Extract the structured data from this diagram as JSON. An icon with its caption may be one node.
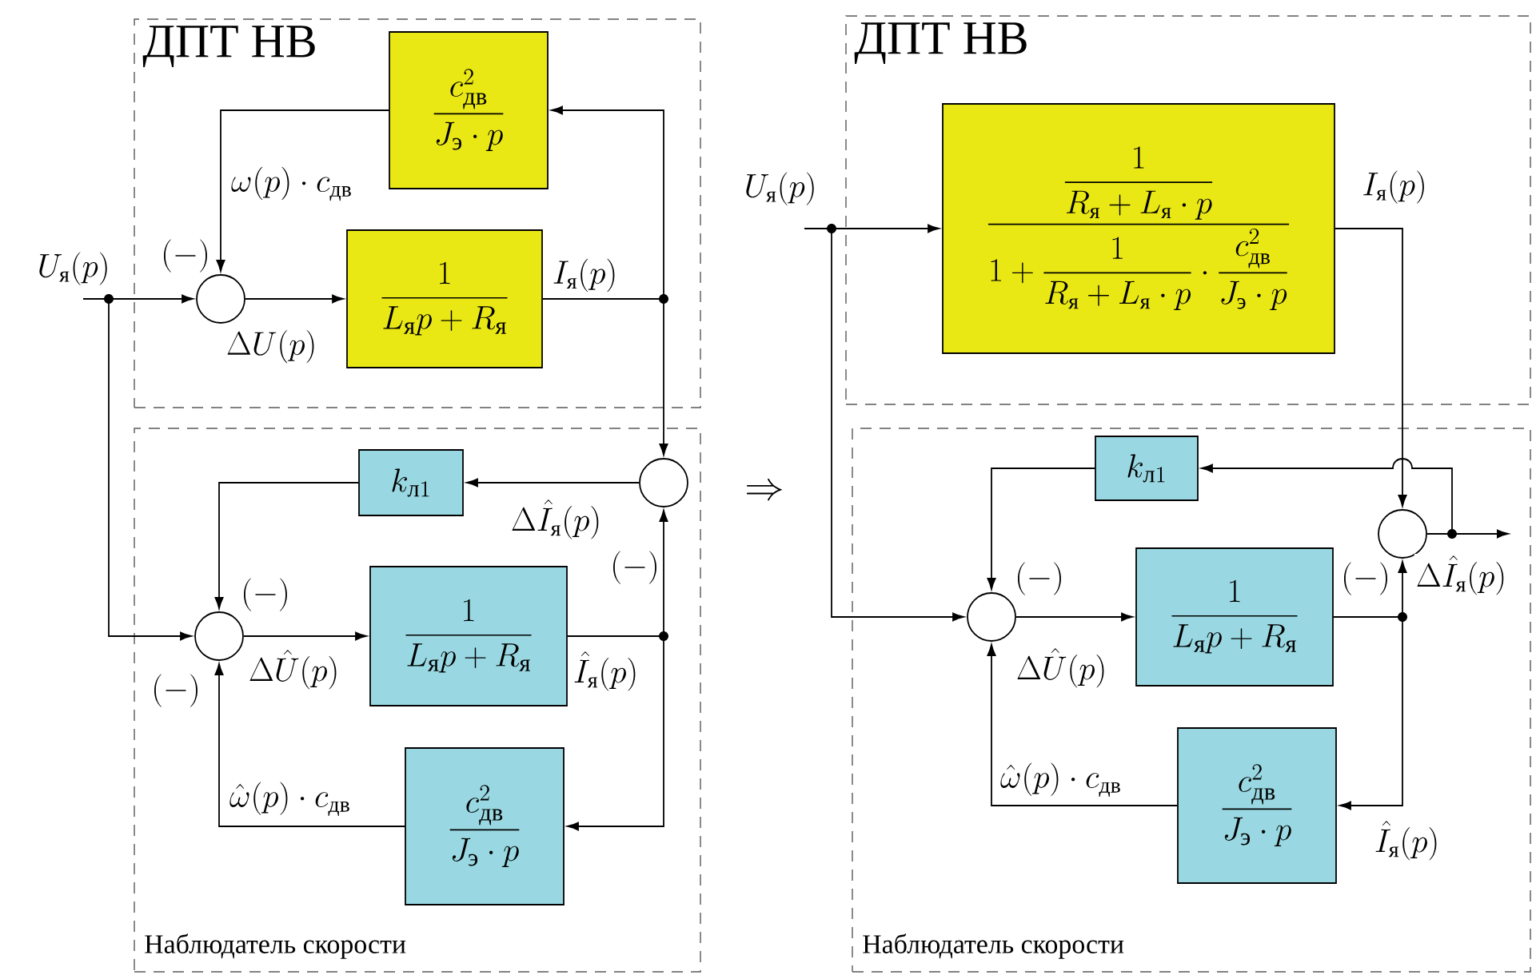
{
  "diagram": {
    "nodes": [
      {
        "text": [
          "ДПТ НВ"
        ]
      },
      {
        "text": [
          "\\frac{c_{\\text{дв}}^{2}}{J_{\\text{э}}\\cdot p}"
        ],
        "in": 0
      },
      {
        "text": [],
        "shape": "circle",
        "in": 0
      },
      {
        "text": [
          "\\frac{1}{L_{\\text{я}}p+R_{\\text{я}}}"
        ],
        "in": 0
      },
      {
        "text": [
          "Наблюдатель скорости"
        ]
      },
      {
        "text": [],
        "shape": "circle",
        "in": 4
      },
      {
        "text": [
          "k_{\\text{л}1}"
        ],
        "in": 4
      },
      {
        "text": [],
        "shape": "circle",
        "in": 4
      },
      {
        "text": [
          "\\frac{1}{L_{\\text{я}}p+R_{\\text{я}}}"
        ],
        "in": 4
      },
      {
        "text": [
          "\\frac{c_{\\text{дв}}^{2}}{J_{\\text{э}}\\cdot p}"
        ],
        "in": 4
      },
      {
        "text": [
          "ДПТ НВ"
        ]
      },
      {
        "text": [
          "\\frac{\\dfrac{1}{R_{\\text{я}}+L_{\\text{я}}\\cdot p}}{1+\\dfrac{1}{R_{\\text{я}}+L_{\\text{я}}\\cdot p}\\cdot\\dfrac{c_{\\text{дв}}^{2}}{J_{\\text{э}}\\cdot p}}"
        ],
        "in": 10
      },
      {
        "text": [
          "Наблюдатель скорости"
        ]
      },
      {
        "text": [
          "k_{\\text{л}1}"
        ],
        "in": 12
      },
      {
        "text": [],
        "shape": "circle",
        "in": 12
      },
      {
        "text": [],
        "shape": "circle",
        "in": 12
      },
      {
        "text": [
          "\\frac{1}{L_{\\text{я}}p+R_{\\text{я}}}"
        ],
        "in": 12
      },
      {
        "text": [
          "\\frac{c_{\\text{дв}}^{2}}{J_{\\text{э}}\\cdot p}"
        ],
        "in": 12
      }
    ],
    "edges": [
      {
        "from": null,
        "to": 2,
        "arrow": "to",
        "label": "U_{\\text{я}}(p)"
      },
      {
        "from": null,
        "to": 7,
        "arrow": "to"
      },
      {
        "from": 2,
        "to": 3,
        "arrow": "to",
        "label": "\\Delta U(p)"
      },
      {
        "from": 3,
        "to": 1,
        "arrow": "to",
        "label": "I_{\\text{я}}(p)"
      },
      {
        "from": 1,
        "to": 2,
        "arrow": "to",
        "label": "\\omega(p)\\cdot c_{\\text{дв}}"
      },
      {
        "from": 3,
        "to": 5,
        "arrow": "to"
      },
      {
        "from": 5,
        "to": 6,
        "arrow": "to",
        "label": "\\Delta\\hat{I}_{\\text{я}}(p)"
      },
      {
        "from": 6,
        "to": 7,
        "arrow": "to"
      },
      {
        "from": 7,
        "to": 8,
        "arrow": "to",
        "label": "\\Delta\\hat{U}(p)"
      },
      {
        "from": 8,
        "to": 5,
        "arrow": "to"
      },
      {
        "from": 8,
        "to": 9,
        "arrow": "to",
        "label": "\\hat{I}_{\\text{я}}(p)"
      },
      {
        "from": 9,
        "to": 7,
        "arrow": "to",
        "label": "\\hat{\\omega}(p)\\cdot c_{\\text{дв}}"
      },
      {
        "from": null,
        "to": 11,
        "arrow": "to",
        "label": "U_{\\text{я}}(p)"
      },
      {
        "from": null,
        "to": 15,
        "arrow": "to"
      },
      {
        "from": 11,
        "to": 14,
        "arrow": "to",
        "label": "I_{\\text{я}}(p)"
      },
      {
        "from": 14,
        "to": 13,
        "arrow": "to"
      },
      {
        "from": 14,
        "to": null,
        "arrow": "to",
        "label": "\\Delta\\hat{I}_{\\text{я}}(p)"
      },
      {
        "from": 13,
        "to": 15,
        "arrow": "to"
      },
      {
        "from": 15,
        "to": 16,
        "arrow": "to",
        "label": "\\Delta\\hat{U}(p)"
      },
      {
        "from": 16,
        "to": 14,
        "arrow": "to"
      },
      {
        "from": 16,
        "to": 17,
        "arrow": "to",
        "label": "\\hat{I}_{\\text{я}}(p)"
      },
      {
        "from": 17,
        "to": 15,
        "arrow": "to",
        "label": "\\hat{\\omega}(p)\\cdot c_{\\text{дв}}"
      }
    ],
    "labels": [
      "(-)",
      "(-)",
      "(-)",
      "(-)",
      "\\Rightarrow",
      "(-)",
      "(-)"
    ]
  }
}
